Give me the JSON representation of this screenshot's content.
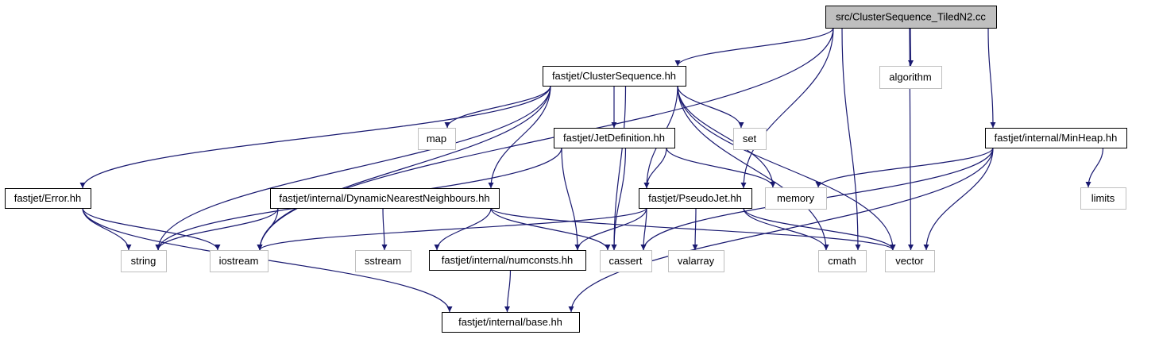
{
  "diagram": {
    "title": "",
    "edge_color": "#191970",
    "root_fill": "#bfbfbf",
    "internal_border": "#000000",
    "external_border": "#bfbfbf",
    "nodes": [
      {
        "id": "root",
        "label": "src/ClusterSequence_TiledN2.cc",
        "kind": "root"
      },
      {
        "id": "cs",
        "label": "fastjet/ClusterSequence.hh",
        "kind": "internal"
      },
      {
        "id": "alg",
        "label": "algorithm",
        "kind": "external"
      },
      {
        "id": "minh",
        "label": "fastjet/internal/MinHeap.hh",
        "kind": "internal"
      },
      {
        "id": "map",
        "label": "map",
        "kind": "external"
      },
      {
        "id": "jetdef",
        "label": "fastjet/JetDefinition.hh",
        "kind": "internal"
      },
      {
        "id": "set",
        "label": "set",
        "kind": "external"
      },
      {
        "id": "err",
        "label": "fastjet/Error.hh",
        "kind": "internal"
      },
      {
        "id": "dnn",
        "label": "fastjet/internal/DynamicNearestNeighbours.hh",
        "kind": "internal"
      },
      {
        "id": "pj",
        "label": "fastjet/PseudoJet.hh",
        "kind": "internal"
      },
      {
        "id": "mem",
        "label": "memory",
        "kind": "external"
      },
      {
        "id": "lim",
        "label": "limits",
        "kind": "external"
      },
      {
        "id": "str",
        "label": "string",
        "kind": "external"
      },
      {
        "id": "ios",
        "label": "iostream",
        "kind": "external"
      },
      {
        "id": "sst",
        "label": "sstream",
        "kind": "external"
      },
      {
        "id": "numc",
        "label": "fastjet/internal/numconsts.hh",
        "kind": "internal"
      },
      {
        "id": "cas",
        "label": "cassert",
        "kind": "external"
      },
      {
        "id": "val",
        "label": "valarray",
        "kind": "external"
      },
      {
        "id": "cmath",
        "label": "cmath",
        "kind": "external"
      },
      {
        "id": "vec",
        "label": "vector",
        "kind": "external"
      },
      {
        "id": "base",
        "label": "fastjet/internal/base.hh",
        "kind": "internal"
      }
    ],
    "edges": [
      {
        "from": "root",
        "to": "cs"
      },
      {
        "from": "root",
        "to": "alg"
      },
      {
        "from": "root",
        "to": "minh"
      },
      {
        "from": "root",
        "to": "pj"
      },
      {
        "from": "root",
        "to": "ios"
      },
      {
        "from": "root",
        "to": "cmath"
      },
      {
        "from": "root",
        "to": "vec"
      },
      {
        "from": "cs",
        "to": "err"
      },
      {
        "from": "cs",
        "to": "map"
      },
      {
        "from": "cs",
        "to": "jetdef"
      },
      {
        "from": "cs",
        "to": "set"
      },
      {
        "from": "cs",
        "to": "dnn"
      },
      {
        "from": "cs",
        "to": "pj"
      },
      {
        "from": "cs",
        "to": "mem"
      },
      {
        "from": "cs",
        "to": "str"
      },
      {
        "from": "cs",
        "to": "ios"
      },
      {
        "from": "cs",
        "to": "cas"
      },
      {
        "from": "cs",
        "to": "cmath"
      },
      {
        "from": "cs",
        "to": "vec"
      },
      {
        "from": "jetdef",
        "to": "str"
      },
      {
        "from": "jetdef",
        "to": "pj"
      },
      {
        "from": "jetdef",
        "to": "mem"
      },
      {
        "from": "jetdef",
        "to": "numc"
      },
      {
        "from": "jetdef",
        "to": "cas"
      },
      {
        "from": "minh",
        "to": "mem"
      },
      {
        "from": "minh",
        "to": "lim"
      },
      {
        "from": "minh",
        "to": "cas"
      },
      {
        "from": "minh",
        "to": "vec"
      },
      {
        "from": "minh",
        "to": "base"
      },
      {
        "from": "err",
        "to": "str"
      },
      {
        "from": "err",
        "to": "ios"
      },
      {
        "from": "err",
        "to": "base"
      },
      {
        "from": "dnn",
        "to": "str"
      },
      {
        "from": "dnn",
        "to": "ios"
      },
      {
        "from": "dnn",
        "to": "sst"
      },
      {
        "from": "dnn",
        "to": "numc"
      },
      {
        "from": "dnn",
        "to": "cas"
      },
      {
        "from": "dnn",
        "to": "vec"
      },
      {
        "from": "pj",
        "to": "ios"
      },
      {
        "from": "pj",
        "to": "numc"
      },
      {
        "from": "pj",
        "to": "cas"
      },
      {
        "from": "pj",
        "to": "val"
      },
      {
        "from": "pj",
        "to": "cmath"
      },
      {
        "from": "pj",
        "to": "vec"
      },
      {
        "from": "numc",
        "to": "base"
      }
    ]
  }
}
